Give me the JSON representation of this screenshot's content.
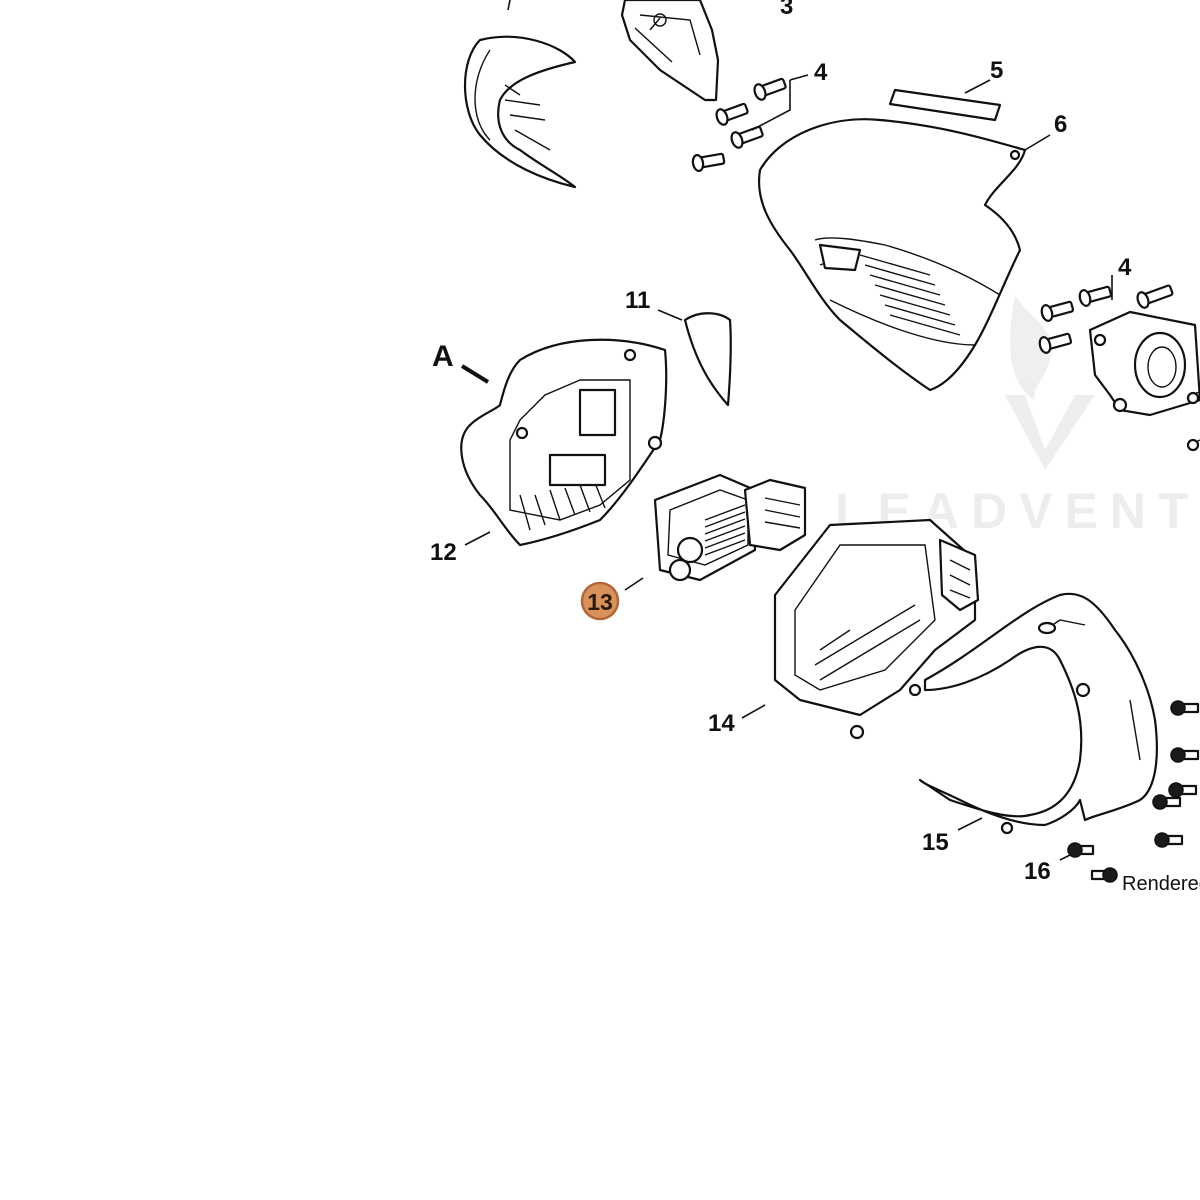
{
  "callouts": {
    "c3": "3",
    "c4a": "4",
    "c4b": "4",
    "c5": "5",
    "c6": "6",
    "c11": "11",
    "c12": "12",
    "c13": "13",
    "c14": "14",
    "c15": "15",
    "c16": "16",
    "view_a": "A"
  },
  "highlight": {
    "part": "13",
    "color": "#d9935a",
    "border": "#b0683a"
  },
  "watermark": {
    "text": "LEADVENTU"
  },
  "footer": {
    "text": "Rendered"
  }
}
